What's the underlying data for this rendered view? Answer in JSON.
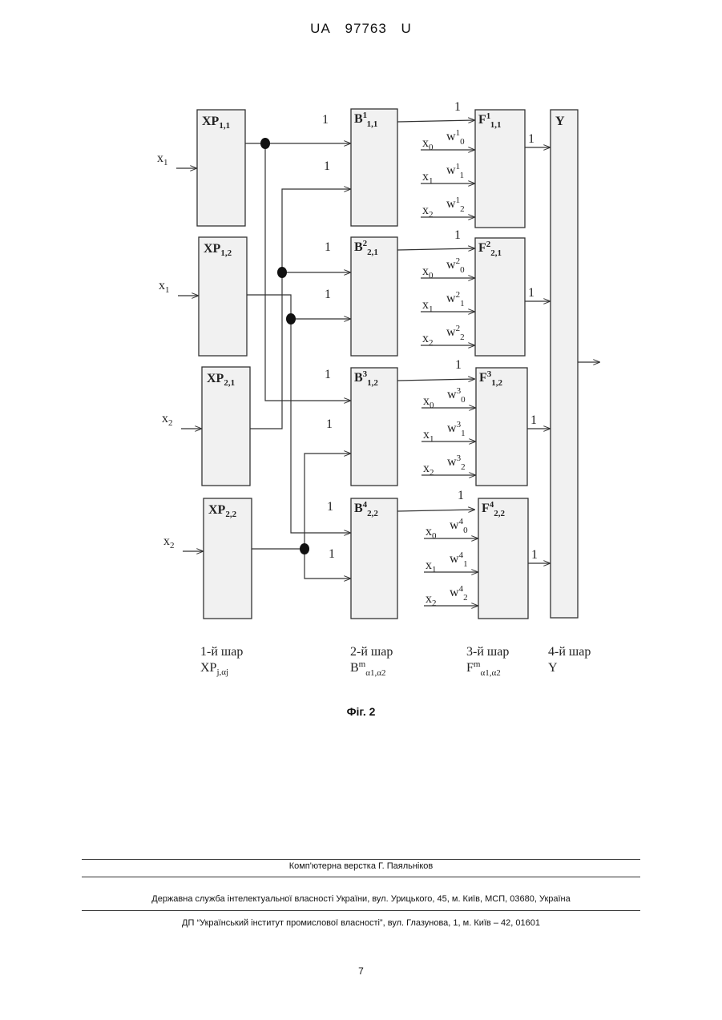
{
  "header": {
    "country": "UA",
    "number": "97763",
    "kind": "U"
  },
  "figure": {
    "layer1": [
      {
        "main": "XP",
        "sub": "1,1"
      },
      {
        "main": "XP",
        "sub": "1,2"
      },
      {
        "main": "XP",
        "sub": "2,1"
      },
      {
        "main": "XP",
        "sub": "2,2"
      }
    ],
    "layer1_inputs": [
      {
        "main": "x",
        "sub": "1"
      },
      {
        "main": "x",
        "sub": "1"
      },
      {
        "main": "x",
        "sub": "2"
      },
      {
        "main": "x",
        "sub": "2"
      }
    ],
    "layer2": [
      {
        "main": "B",
        "sup": "1",
        "sub": "1,1"
      },
      {
        "main": "B",
        "sup": "2",
        "sub": "2,1"
      },
      {
        "main": "B",
        "sup": "3",
        "sub": "1,2"
      },
      {
        "main": "B",
        "sup": "4",
        "sub": "2,2"
      }
    ],
    "layer3": [
      {
        "main": "F",
        "sup": "1",
        "sub": "1,1"
      },
      {
        "main": "F",
        "sup": "2",
        "sub": "2,1"
      },
      {
        "main": "F",
        "sup": "3",
        "sub": "1,2"
      },
      {
        "main": "F",
        "sup": "4",
        "sub": "2,2"
      }
    ],
    "layer4": {
      "main": "Y"
    },
    "one_label": "1",
    "x0": {
      "main": "x",
      "sub": "0"
    },
    "x1": {
      "main": "x",
      "sub": "1"
    },
    "x2": {
      "main": "x",
      "sub": "2"
    },
    "weights": [
      [
        {
          "main": "w",
          "sup": "1",
          "sub": "0"
        },
        {
          "main": "w",
          "sup": "1",
          "sub": "1"
        },
        {
          "main": "w",
          "sup": "1",
          "sub": "2"
        }
      ],
      [
        {
          "main": "w",
          "sup": "2",
          "sub": "0"
        },
        {
          "main": "w",
          "sup": "2",
          "sub": "1"
        },
        {
          "main": "w",
          "sup": "2",
          "sub": "2"
        }
      ],
      [
        {
          "main": "w",
          "sup": "3",
          "sub": "0"
        },
        {
          "main": "w",
          "sup": "3",
          "sub": "1"
        },
        {
          "main": "w",
          "sup": "3",
          "sub": "2"
        }
      ],
      [
        {
          "main": "w",
          "sup": "4",
          "sub": "0"
        },
        {
          "main": "w",
          "sup": "4",
          "sub": "1"
        },
        {
          "main": "w",
          "sup": "4",
          "sub": "2"
        }
      ]
    ],
    "layer_labels": [
      {
        "title": "1-й шар",
        "main": "XP",
        "sub": "j,αj"
      },
      {
        "title": "2-й шар",
        "main": "B",
        "sup": "m",
        "sub": "α1,α2"
      },
      {
        "title": "3-й шар",
        "main": "F",
        "sup": "m",
        "sub": "α1,α2"
      },
      {
        "title": "4-й шар",
        "main": "Y"
      }
    ]
  },
  "caption": "Фіг. 2",
  "footer": {
    "layout_credit": "Комп'ютерна верстка Г. Паяльніков",
    "office": "Державна служба інтелектуальної власності України, вул. Урицького, 45, м. Київ, МСП, 03680, Україна",
    "institute": "ДП “Український інститут промислової власності”, вул. Глазунова, 1, м. Київ – 42, 01601"
  },
  "page_number": "7"
}
